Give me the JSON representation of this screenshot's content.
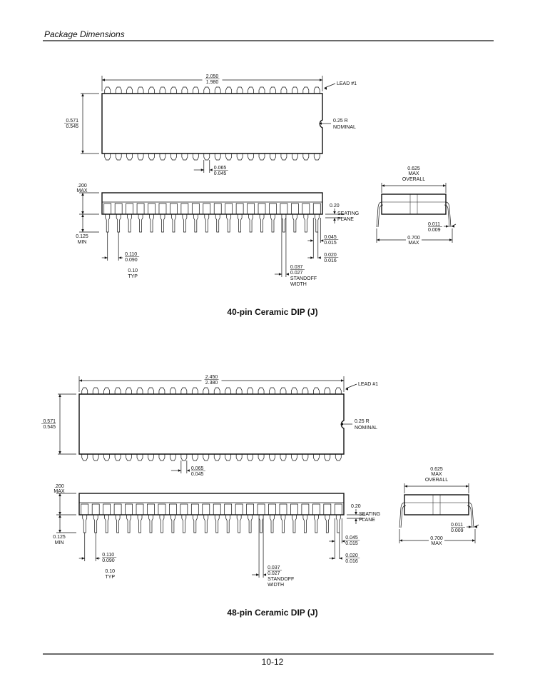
{
  "header": {
    "title": "Package Dimensions"
  },
  "footer": {
    "page_number": "10-12"
  },
  "packages": [
    {
      "title": "40-pin Ceramic DIP (J)",
      "pins_per_side": 20,
      "length": [
        "2.050",
        "1.980"
      ],
      "lead1": "LEAD #1",
      "width": [
        "0.571",
        "0.545"
      ],
      "notch": [
        "0.25 R",
        "NOMINAL"
      ],
      "pin_width_top": [
        "0.065",
        "0.045"
      ],
      "height": [
        ".200",
        "MAX"
      ],
      "lead_len": [
        "0.125",
        "MIN"
      ],
      "pitch": [
        "0.110",
        "0.090"
      ],
      "pitch_typ": [
        "0.10",
        "TYP"
      ],
      "standoff": [
        "0.037",
        "0.027",
        "STANDOFF",
        "WIDTH"
      ],
      "seating": [
        "0.20",
        "SEATING",
        "PLANE"
      ],
      "lead_w1": [
        "0.045",
        "0.015"
      ],
      "lead_w2": [
        "0.020",
        "0.016"
      ],
      "overall": [
        "0.625",
        "MAX",
        "OVERALL"
      ],
      "lead_thk": [
        "0.011",
        "0.009"
      ],
      "span": [
        "0.700",
        "MAX"
      ]
    },
    {
      "title": "48-pin Ceramic DIP (J)",
      "pins_per_side": 24,
      "length": [
        "2.450",
        "2.380"
      ],
      "lead1": "LEAD #1",
      "width": [
        "0.571",
        "0.545"
      ],
      "notch": [
        "0.25 R",
        "NOMINAL"
      ],
      "pin_width_top": [
        "0.065",
        "0.045"
      ],
      "height": [
        ".200",
        "MAX"
      ],
      "lead_len": [
        "0.125",
        "MIN"
      ],
      "pitch": [
        "0.110",
        "0.090"
      ],
      "pitch_typ": [
        "0.10",
        "TYP"
      ],
      "standoff": [
        "0.037",
        "0.027",
        "STANDOFF",
        "WIDTH"
      ],
      "seating": [
        "0.20",
        "SEATING",
        "PLANE"
      ],
      "lead_w1": [
        "0.045",
        "0.015"
      ],
      "lead_w2": [
        "0.020",
        "0.016"
      ],
      "overall": [
        "0.625",
        "MAX",
        "OVERALL"
      ],
      "lead_thk": [
        "0.011",
        "0.009"
      ],
      "span": [
        "0.700",
        "MAX"
      ]
    }
  ]
}
